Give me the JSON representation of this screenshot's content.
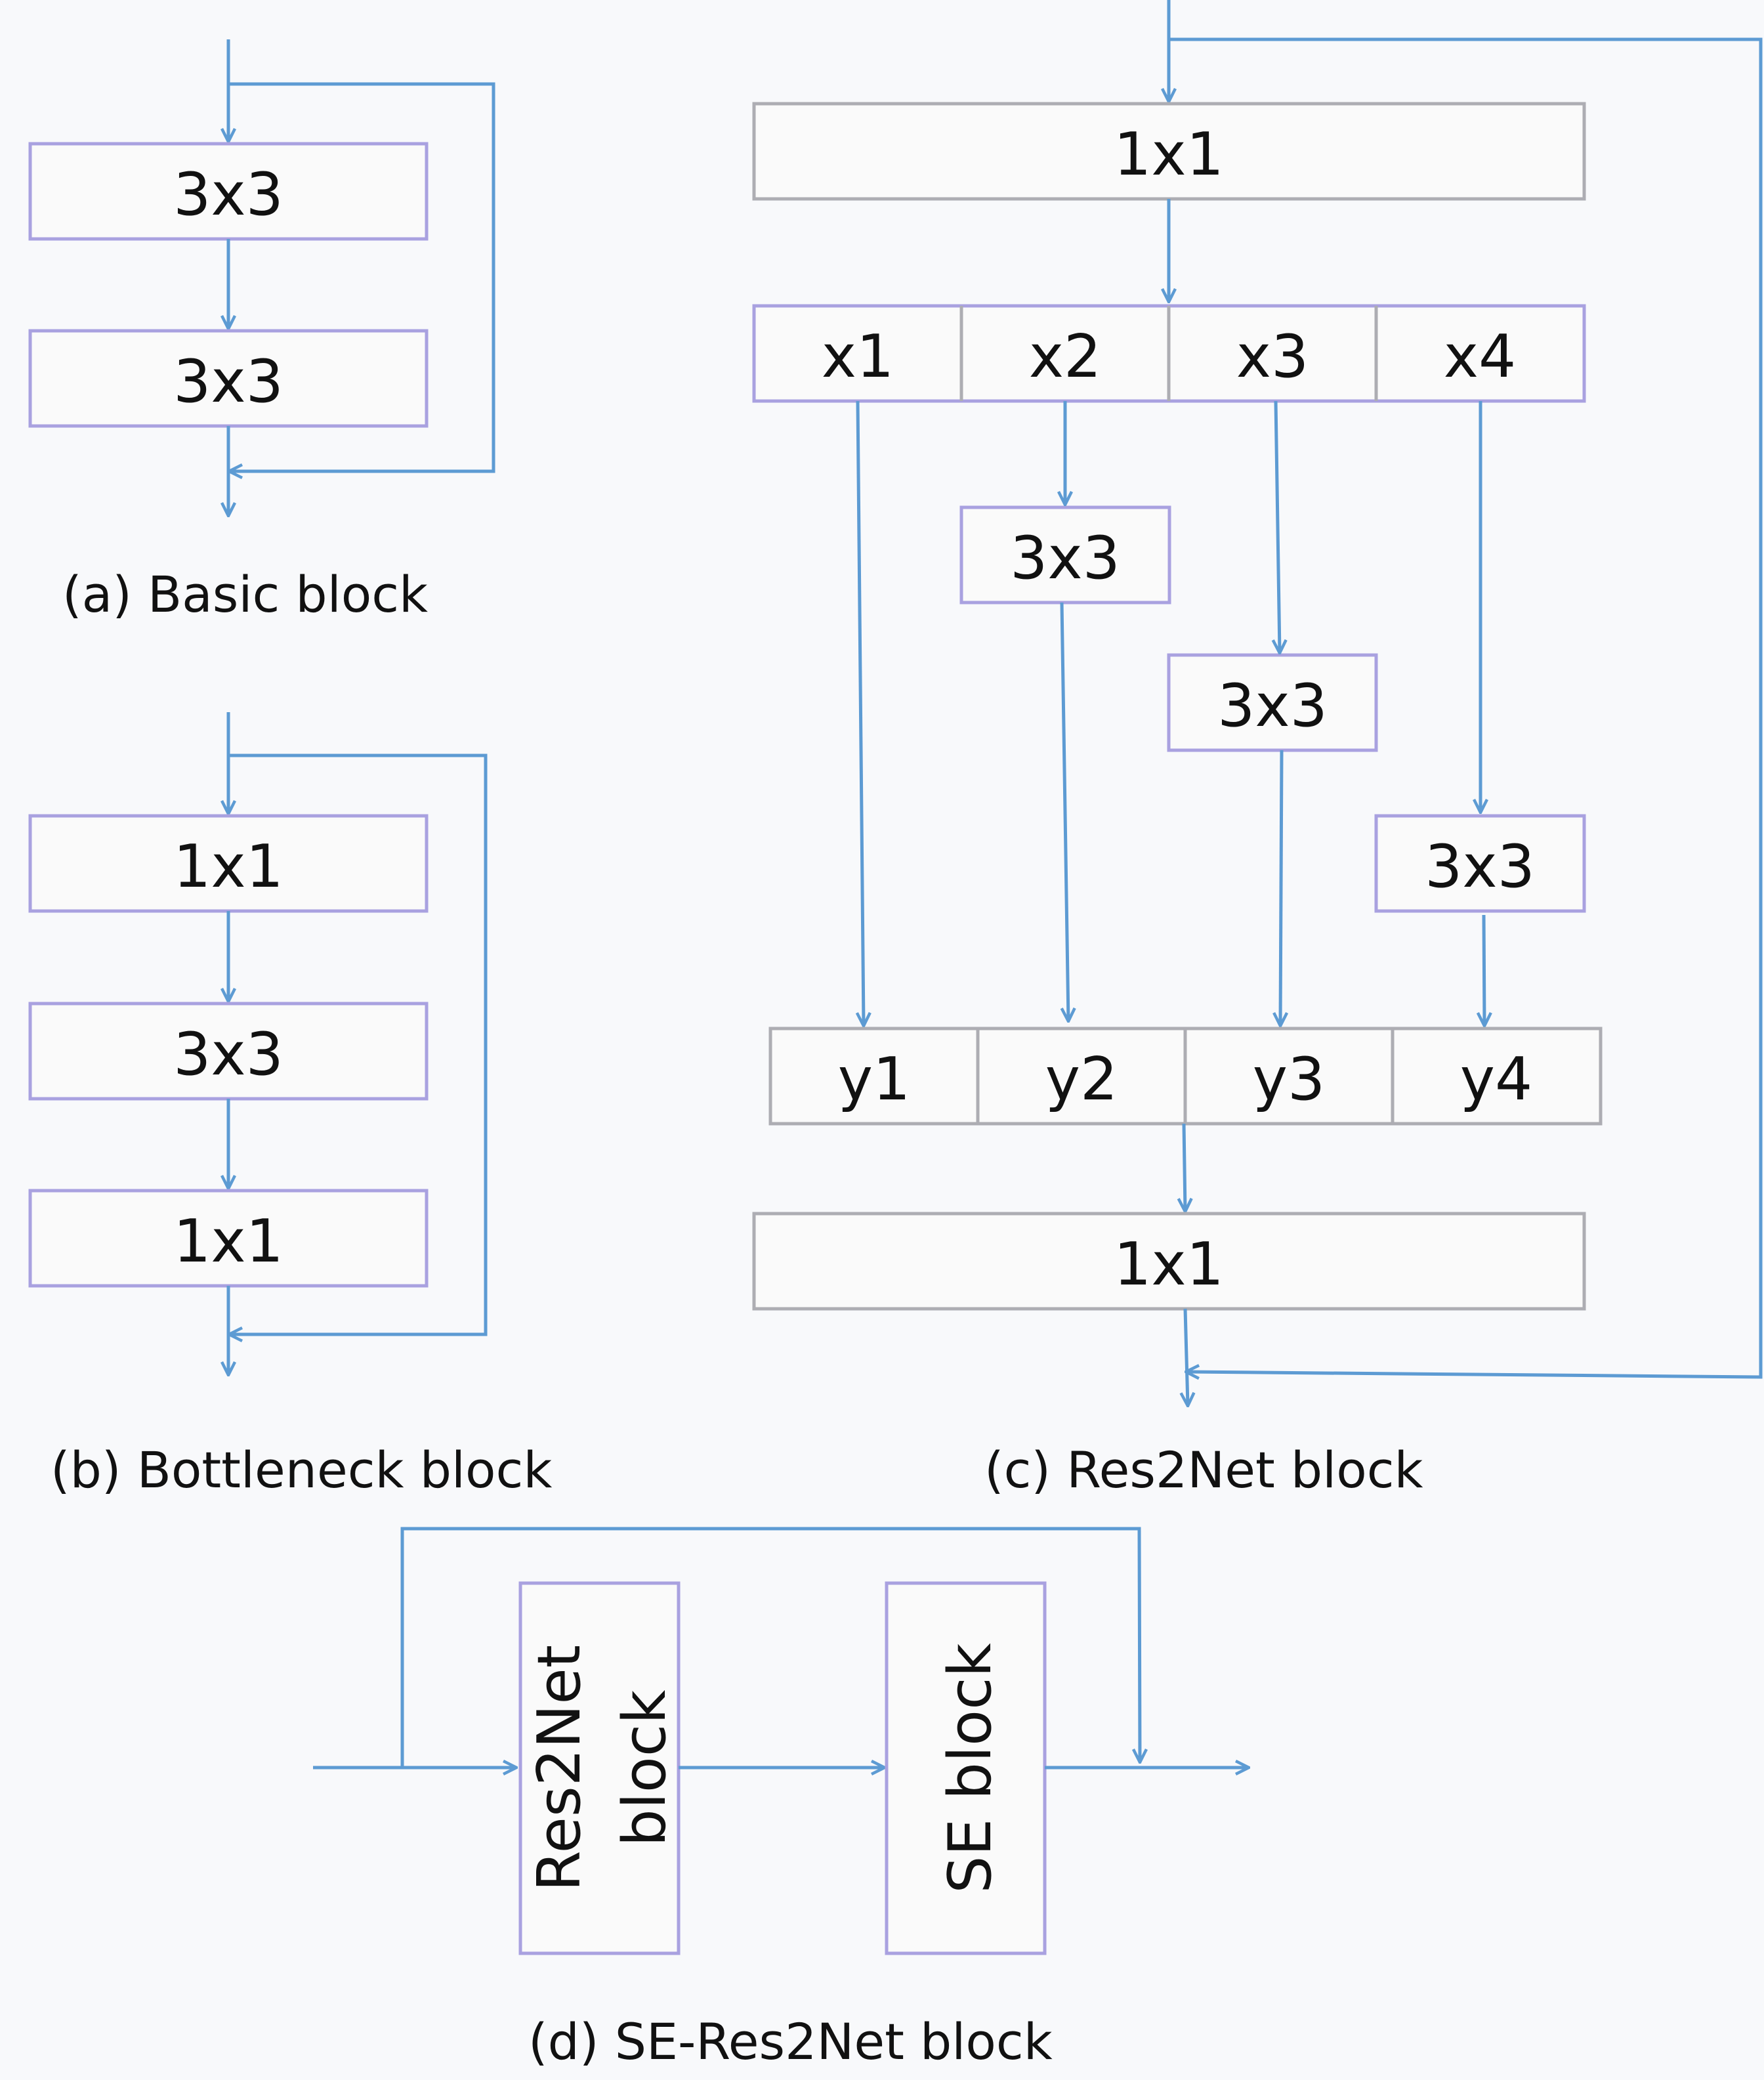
{
  "colors": {
    "arrow": "#5d9bd3",
    "box_border": "#a9a1e0",
    "box_border_grey": "#adadb3",
    "background": "#f8f9fb"
  },
  "basic": {
    "caption": "(a) Basic block",
    "layers": [
      "3x3",
      "3x3"
    ]
  },
  "bottleneck": {
    "caption": "(b) Bottleneck block",
    "layers": [
      "1x1",
      "3x3",
      "1x1"
    ]
  },
  "res2net": {
    "caption": "(c) Res2Net block",
    "top": "1x1",
    "splits": [
      "x1",
      "x2",
      "x3",
      "x4"
    ],
    "convs": [
      "3x3",
      "3x3",
      "3x3"
    ],
    "outputs": [
      "y1",
      "y2",
      "y3",
      "y4"
    ],
    "bottom": "1x1"
  },
  "se_res2net": {
    "caption": "(d) SE-Res2Net block",
    "blocks": [
      "Res2Net",
      "block",
      "SE block"
    ]
  }
}
